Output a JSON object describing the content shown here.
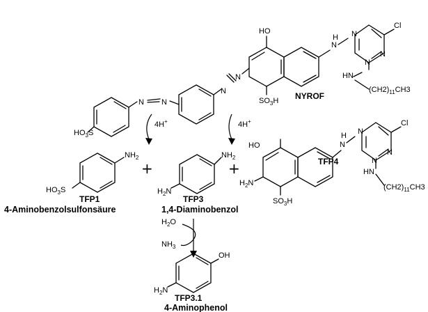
{
  "compounds": {
    "nyrof": {
      "label": "NYROF"
    },
    "tfp1": {
      "label": "TFP1",
      "name": "4-Aminobenzolsulfonsäure"
    },
    "tfp3": {
      "label": "TFP3",
      "name": "1,4-Diaminobenzol"
    },
    "tfp4": {
      "label": "TFP4"
    },
    "tfp3_1": {
      "label": "TFP3.1",
      "name": "4-Aminophenol"
    }
  },
  "reagents": {
    "reduction": "4H",
    "reduction_charge": "+",
    "water": "H2O",
    "ammonia": "NH3"
  },
  "atoms": {
    "N": "N",
    "H": "H",
    "HN": "HN",
    "Cl": "Cl",
    "HO": "HO",
    "OH": "OH",
    "SO3H": "SO3H",
    "HO3S": "HO3S",
    "NH2": "NH2",
    "H2N": "H2N",
    "chain_main": "(CH2)",
    "chain_sub": "11",
    "chain_end": "CH3",
    "plus": "+"
  }
}
